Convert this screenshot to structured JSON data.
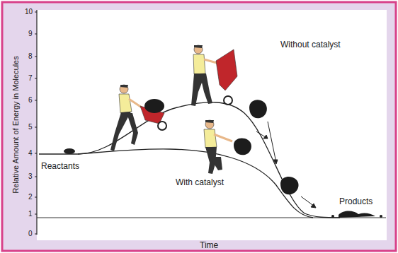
{
  "diagram": {
    "labels": [
      "10",
      "9",
      "8",
      "7",
      "6",
      "5",
      "4",
      "3",
      "2",
      "1",
      "0",
      "Relative Amount of Energy in Molecules",
      "Without catalyst",
      "Reactants",
      "With catalyst",
      "Products",
      "Time"
    ]
  }
}
